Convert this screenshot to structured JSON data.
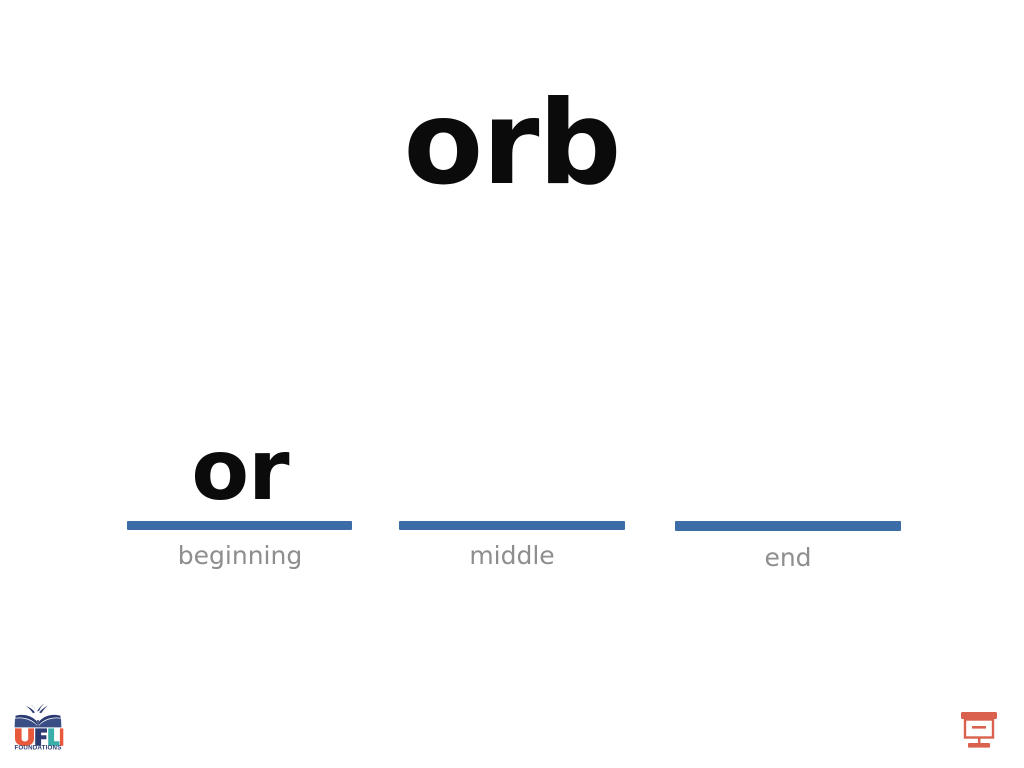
{
  "slide": {
    "background_color": "#ffffff",
    "target_word": "orb"
  },
  "slots": [
    {
      "key": "beginning",
      "label": "beginning",
      "answer": "or",
      "line_color": "#3c6da7"
    },
    {
      "key": "middle",
      "label": "middle",
      "answer": "",
      "line_color": "#3c6da7"
    },
    {
      "key": "end",
      "label": "end",
      "answer": "",
      "line_color": "#3c6da7"
    }
  ],
  "branding": {
    "logo_name": "ufli-foundations-logo",
    "logo_wordmark": "UFLI",
    "logo_subtitle": "FOUNDATIONS",
    "logo_letter_colors": [
      "#E8593C",
      "#2C3C73",
      "#3AAFA9",
      "#E8593C"
    ],
    "logo_book_color": "#2C3C73",
    "logo_subtitle_color": "#2C3C73"
  },
  "corner_icon": {
    "name": "presentation-board-icon",
    "color": "#D9614E"
  }
}
